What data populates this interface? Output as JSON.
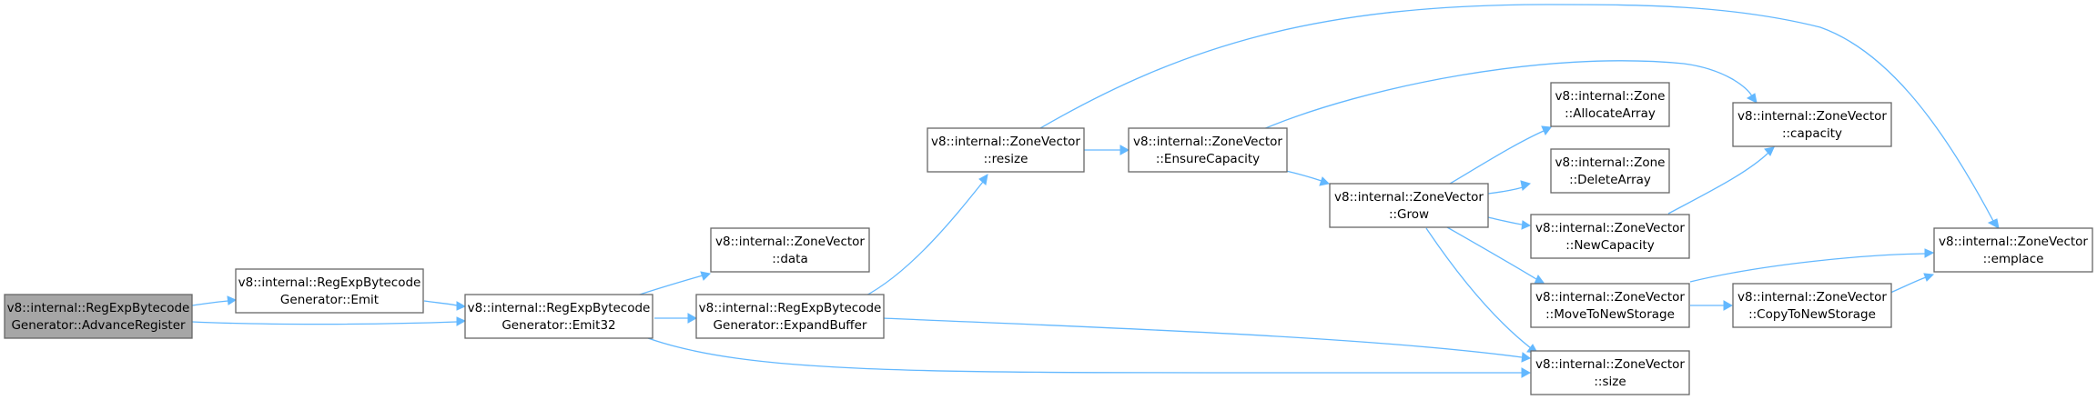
{
  "graph": {
    "nodes": {
      "advance_register": {
        "line1": "v8::internal::RegExpBytecode",
        "line2": "Generator::AdvanceRegister"
      },
      "emit": {
        "line1": "v8::internal::RegExpBytecode",
        "line2": "Generator::Emit"
      },
      "emit32": {
        "line1": "v8::internal::RegExpBytecode",
        "line2": "Generator::Emit32"
      },
      "data": {
        "line1": "v8::internal::ZoneVector",
        "line2": "::data"
      },
      "expand_buffer": {
        "line1": "v8::internal::RegExpBytecode",
        "line2": "Generator::ExpandBuffer"
      },
      "resize": {
        "line1": "v8::internal::ZoneVector",
        "line2": "::resize"
      },
      "ensure_capacity": {
        "line1": "v8::internal::ZoneVector",
        "line2": "::EnsureCapacity"
      },
      "grow": {
        "line1": "v8::internal::ZoneVector",
        "line2": "::Grow"
      },
      "allocate_array": {
        "line1": "v8::internal::Zone",
        "line2": "::AllocateArray"
      },
      "delete_array": {
        "line1": "v8::internal::Zone",
        "line2": "::DeleteArray"
      },
      "new_capacity": {
        "line1": "v8::internal::ZoneVector",
        "line2": "::NewCapacity"
      },
      "move_to_new_storage": {
        "line1": "v8::internal::ZoneVector",
        "line2": "::MoveToNewStorage"
      },
      "size": {
        "line1": "v8::internal::ZoneVector",
        "line2": "::size"
      },
      "capacity": {
        "line1": "v8::internal::ZoneVector",
        "line2": "::capacity"
      },
      "copy_to_new_storage": {
        "line1": "v8::internal::ZoneVector",
        "line2": "::CopyToNewStorage"
      },
      "emplace": {
        "line1": "v8::internal::ZoneVector",
        "line2": "::emplace"
      }
    },
    "colors": {
      "edge": "#63b8ff",
      "node_border": "#666666",
      "root_fill": "#a6a6a6",
      "node_fill": "#ffffff"
    }
  }
}
